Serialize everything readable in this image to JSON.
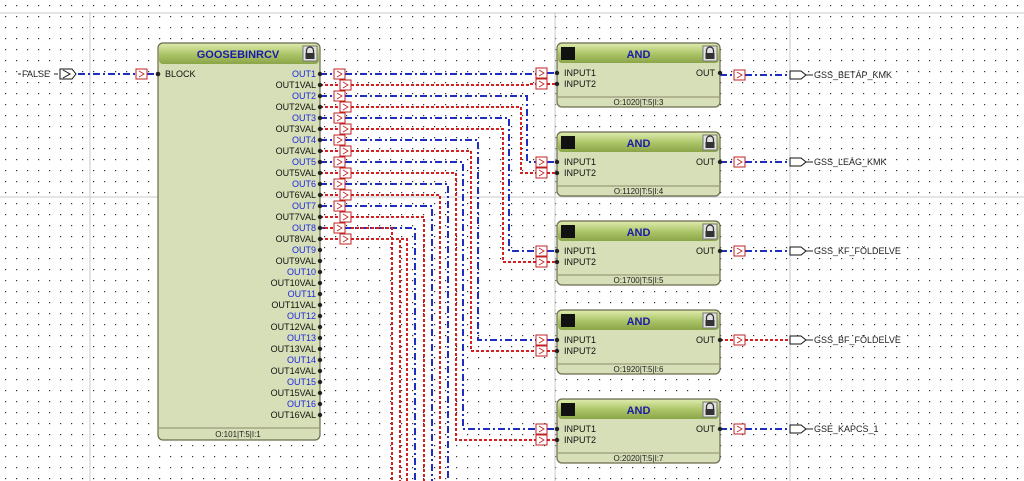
{
  "goose_block": {
    "title": "GOOSEBINRCV",
    "input_label": "BLOCK",
    "footer": "O:101|T:5|I:1",
    "outputs": [
      "OUT1",
      "OUT1VAL",
      "OUT2",
      "OUT2VAL",
      "OUT3",
      "OUT3VAL",
      "OUT4",
      "OUT4VAL",
      "OUT5",
      "OUT5VAL",
      "OUT6",
      "OUT6VAL",
      "OUT7",
      "OUT7VAL",
      "OUT8",
      "OUT8VAL",
      "OUT9",
      "OUT9VAL",
      "OUT10",
      "OUT10VAL",
      "OUT11",
      "OUT11VAL",
      "OUT12",
      "OUT12VAL",
      "OUT13",
      "OUT13VAL",
      "OUT14",
      "OUT14VAL",
      "OUT15",
      "OUT15VAL",
      "OUT16",
      "OUT16VAL"
    ]
  },
  "false_constant": "FALSE",
  "and_blocks": [
    {
      "title": "AND",
      "input1": "INPUT1",
      "input2": "INPUT2",
      "output": "OUT",
      "footer": "O:1020|T:5|I:3",
      "signal": "GSS_BETÁP_KMK"
    },
    {
      "title": "AND",
      "input1": "INPUT1",
      "input2": "INPUT2",
      "output": "OUT",
      "footer": "O:1120|T:5|I:4",
      "signal": "GSS_LEÁG_KMK"
    },
    {
      "title": "AND",
      "input1": "INPUT1",
      "input2": "INPUT2",
      "output": "OUT",
      "footer": "O:1700|T:5|I:5",
      "signal": "GSS_KF_FÖLDELVE"
    },
    {
      "title": "AND",
      "input1": "INPUT1",
      "input2": "INPUT2",
      "output": "OUT",
      "footer": "O:1920|T:5|I:6",
      "signal": "GSS_BF_FÖLDELVE"
    },
    {
      "title": "AND",
      "input1": "INPUT1",
      "input2": "INPUT2",
      "output": "OUT",
      "footer": "O:2020|T:5|I:7",
      "signal": "GSE_KAPCS_1"
    }
  ],
  "colors": {
    "wire_blue": "#1f2ec0",
    "wire_red": "#d42020",
    "block_fill": "#d6dfb7",
    "header_light": "#c9dc8c",
    "header_dark": "#8aa548",
    "out_label_blue": "#1e28e0",
    "and_title": "#1a1aa8"
  },
  "icons": {
    "lock": "lock-icon",
    "block_marker": "black-square-icon"
  }
}
